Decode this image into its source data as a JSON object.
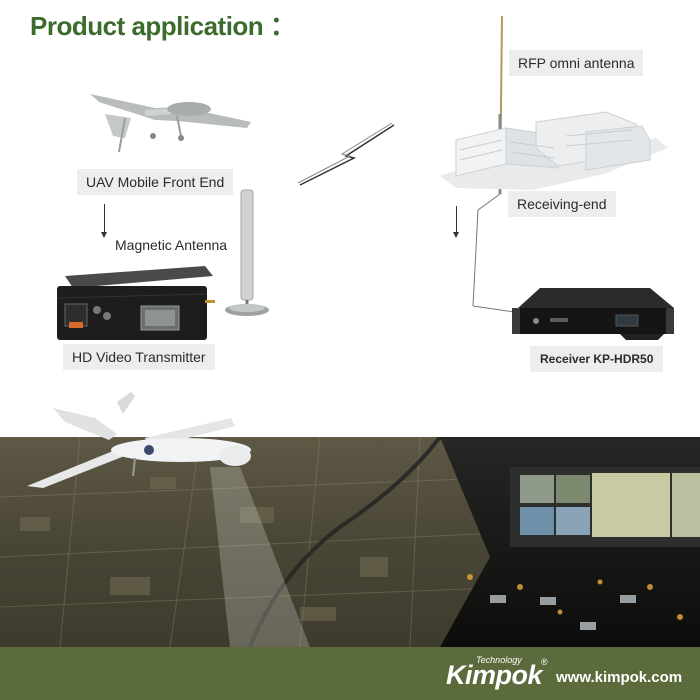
{
  "title": "Product application ：",
  "labels": {
    "uav_front_end": "UAV Mobile Front End",
    "magnetic_antenna": "Magnetic Antenna",
    "hd_video_transmitter": "HD Video Transmitter",
    "rfp_omni_antenna": "RFP omni antenna",
    "receiving_end": "Receiving-end",
    "receiver_model": "Receiver KP-HDR50"
  },
  "brand": {
    "technology": "Technology",
    "name": "Kimpok",
    "registered": "®",
    "url": "www.kimpok.com"
  },
  "colors": {
    "title_green": "#3d6b2e",
    "footer_olive": "#5c6b3c",
    "label_bg": "#ededeb"
  },
  "icons": [
    "uav-plane-icon",
    "lightning-signal-icon",
    "building-icon",
    "transmitter-box-icon",
    "magnetic-antenna-icon",
    "receiver-rack-icon",
    "drone-icon",
    "control-room-screen-icon"
  ]
}
